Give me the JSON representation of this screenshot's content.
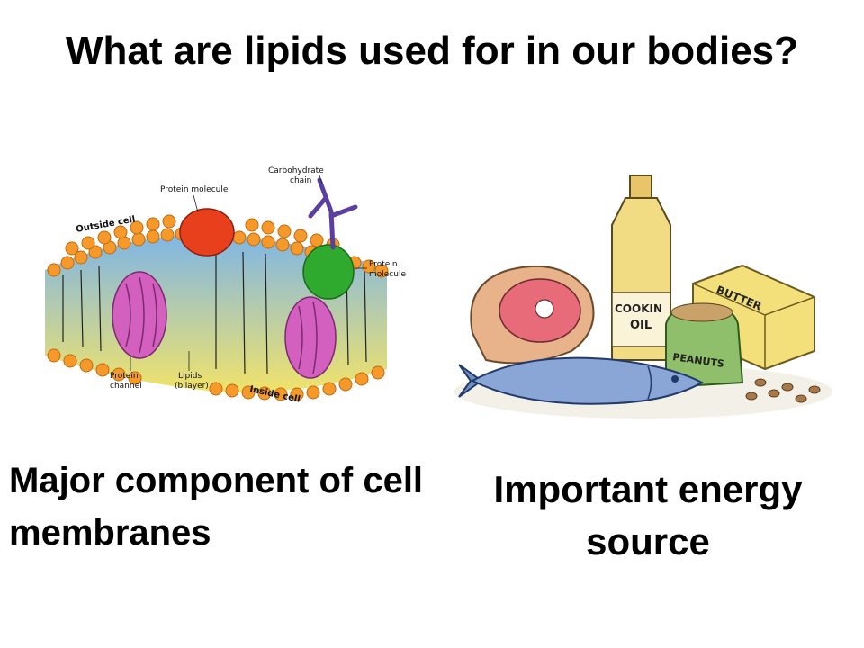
{
  "slide": {
    "title": "What are lipids used for in our bodies?",
    "left_caption": "Major component of cell membranes",
    "right_caption": "Important energy source"
  },
  "membrane_diagram": {
    "outside_label": "Outside cell",
    "inside_label": "Inside cell",
    "protein_molecule_top": "Protein molecule",
    "carbohydrate_line1": "Carbohydrate",
    "carbohydrate_line2": "chain",
    "protein_molecule_right_line1": "Protein",
    "protein_molecule_right_line2": "molecule",
    "protein_channel_line1": "Protein",
    "protein_channel_line2": "channel",
    "lipids_line1": "Lipids",
    "lipids_line2": "(bilayer)"
  },
  "food_illustration": {
    "oil_label_line1": "COOKIN",
    "oil_label_line2": "OIL",
    "butter_label": "BUTTER",
    "peanuts_label": "PEANUTS"
  },
  "colors": {
    "lipid_head": "#f59a2a",
    "protein_red": "#e8401c",
    "protein_green": "#2faa2f",
    "channel_pink": "#d35fbe",
    "carb_purple": "#5a3fa0"
  }
}
